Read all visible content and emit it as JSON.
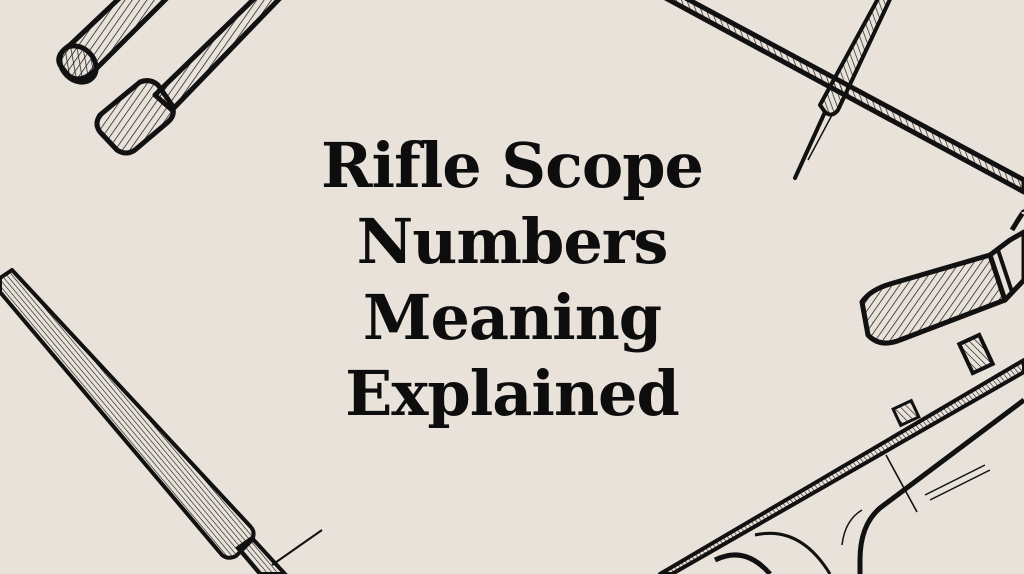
{
  "title": {
    "lines": [
      "Rifle Scope",
      "Numbers",
      "Meaning",
      "Explained"
    ]
  },
  "colors": {
    "background": "#e8e2da",
    "ink": "#0d0d0d"
  },
  "illustrations": [
    {
      "name": "scope-tube-top-left-upper"
    },
    {
      "name": "scope-tube-top-left-lower"
    },
    {
      "name": "cleaning-rod-top-right"
    },
    {
      "name": "awl-tool-top-right"
    },
    {
      "name": "file-tool-bottom-left"
    },
    {
      "name": "rifle-scope-right"
    },
    {
      "name": "rifle-body-bottom-right"
    }
  ]
}
